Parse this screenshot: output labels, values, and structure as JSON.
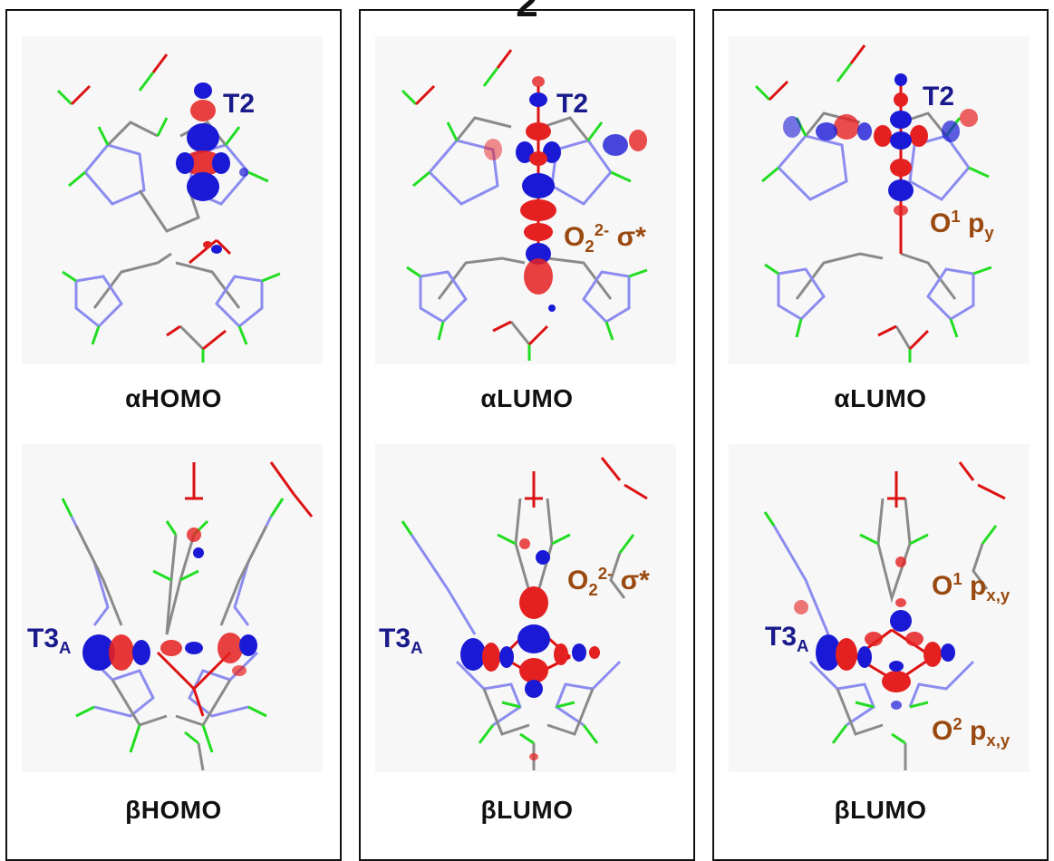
{
  "figure": {
    "top_caption": "2",
    "colors": {
      "metal_label": "#1a1a8c",
      "oxygen_label": "#9a4a10",
      "lobe_red": "#e52020",
      "lobe_blue": "#1a1ad6",
      "bond_gray": "#8a8a8a",
      "bond_lavender": "#8c8cf0",
      "bond_green": "#22dd22",
      "bond_red": "#dd1111"
    }
  },
  "panels": [
    {
      "top": {
        "orbital": "αHOMO",
        "labels": {
          "t2": "T2"
        }
      },
      "bottom": {
        "orbital": "βHOMO",
        "labels": {
          "t3": "T3",
          "t3_sub": "A"
        }
      }
    },
    {
      "top": {
        "orbital": "αLUMO",
        "labels": {
          "t2": "T2",
          "o_main": "O",
          "o_sub": "2",
          "o_sup": "2-",
          "o_tail": "σ*"
        }
      },
      "bottom": {
        "orbital": "βLUMO",
        "labels": {
          "t3": "T3",
          "t3_sub": "A",
          "o_main": "O",
          "o_sub": "2",
          "o_sup": "2-",
          "o_tail": "σ*"
        }
      }
    },
    {
      "top": {
        "orbital": "αLUMO",
        "labels": {
          "t2": "T2",
          "o_main": "O",
          "o_sup": "1",
          "o_tail": "p",
          "o_tail_sub": "y"
        }
      },
      "bottom": {
        "orbital": "βLUMO",
        "labels": {
          "t3": "T3",
          "t3_sub": "A",
          "o1_main": "O",
          "o1_sup": "1",
          "o1_tail": "p",
          "o1_tail_sub": "x,y",
          "o2_main": "O",
          "o2_sup": "2",
          "o2_tail": "p",
          "o2_tail_sub": "x,y"
        }
      }
    }
  ]
}
